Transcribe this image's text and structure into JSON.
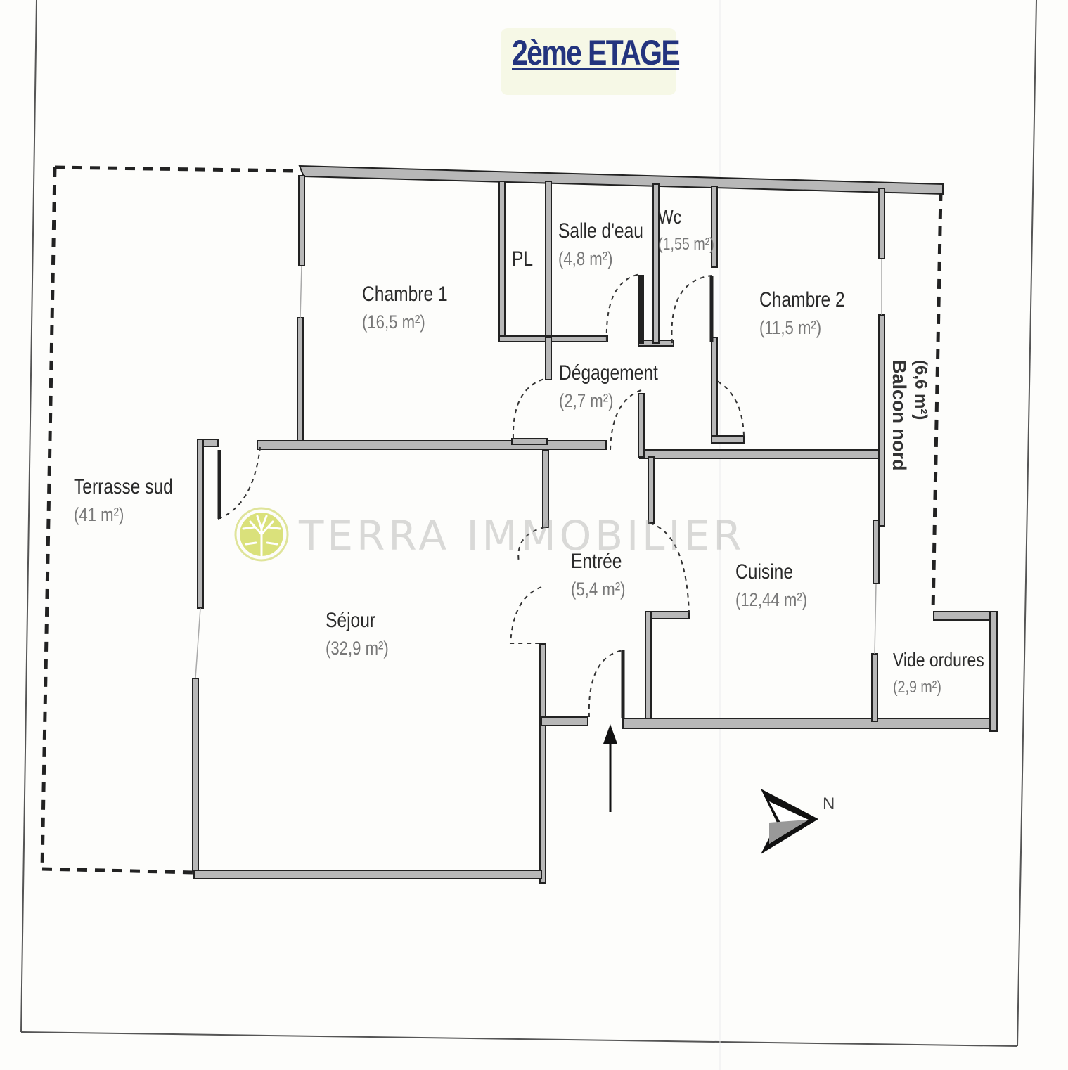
{
  "title": "2ème ETAGE",
  "rooms": {
    "chambre1": {
      "name": "Chambre 1",
      "area": "(16,5 m²)"
    },
    "pl": {
      "name": "PL"
    },
    "salle_eau": {
      "name": "Salle d'eau",
      "area": "(4,8 m²)"
    },
    "wc": {
      "name": "Wc",
      "area": "(1,55 m²)"
    },
    "chambre2": {
      "name": "Chambre 2",
      "area": "(11,5 m²)"
    },
    "degagement": {
      "name": "Dégagement",
      "area": "(2,7 m²)"
    },
    "terrasse": {
      "name": "Terrasse sud",
      "area": "(41 m²)"
    },
    "sejour": {
      "name": "Séjour",
      "area": "(32,9 m²)"
    },
    "entree": {
      "name": "Entrée",
      "area": "(5,4 m²)"
    },
    "cuisine": {
      "name": "Cuisine",
      "area": "(12,44 m²)"
    },
    "balcon": {
      "name": "Balcon nord",
      "area": "(6,6 m²)"
    },
    "vide_ordures": {
      "name": "Vide ordures",
      "area": "(2,9 m²)"
    }
  },
  "watermark": "TERRA IMMOBILIER",
  "logo_icon": "tree-icon",
  "compass": {
    "label": "N",
    "icon": "north-arrow-icon"
  },
  "colors": {
    "wall_fill": "#b8b8b8",
    "wall_stroke": "#222222",
    "title": "#23347e",
    "logo": "#d3dc64"
  }
}
